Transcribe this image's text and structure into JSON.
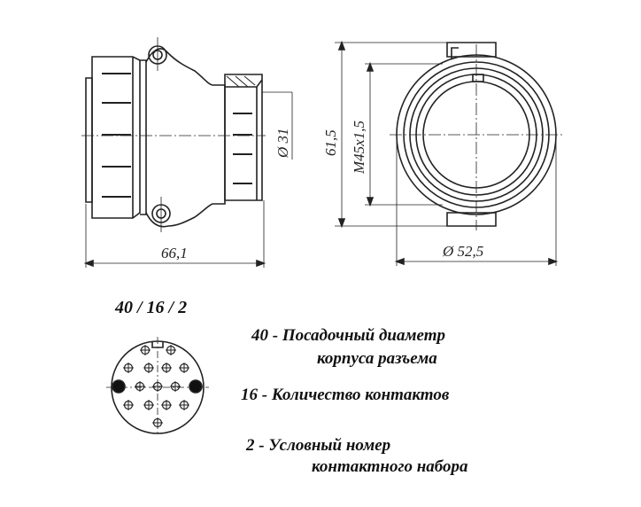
{
  "dimensions": {
    "length": "66,1",
    "rear_diameter": "Ø 31",
    "height": "61,5",
    "thread": "M45x1,5",
    "diameter": "Ø 52,5"
  },
  "pin_layout": {
    "code": "40 / 16 / 2",
    "small_pins": 14,
    "large_pins": 2
  },
  "legend": [
    {
      "number": "40",
      "text_line1": "-  Посадочный диаметр",
      "text_line2": "корпуса разъема"
    },
    {
      "number": "16",
      "text_line1": "- Количество контактов"
    },
    {
      "number": "2",
      "text_line1": "-  Условный номер",
      "text_line2": "контактного набора"
    }
  ]
}
